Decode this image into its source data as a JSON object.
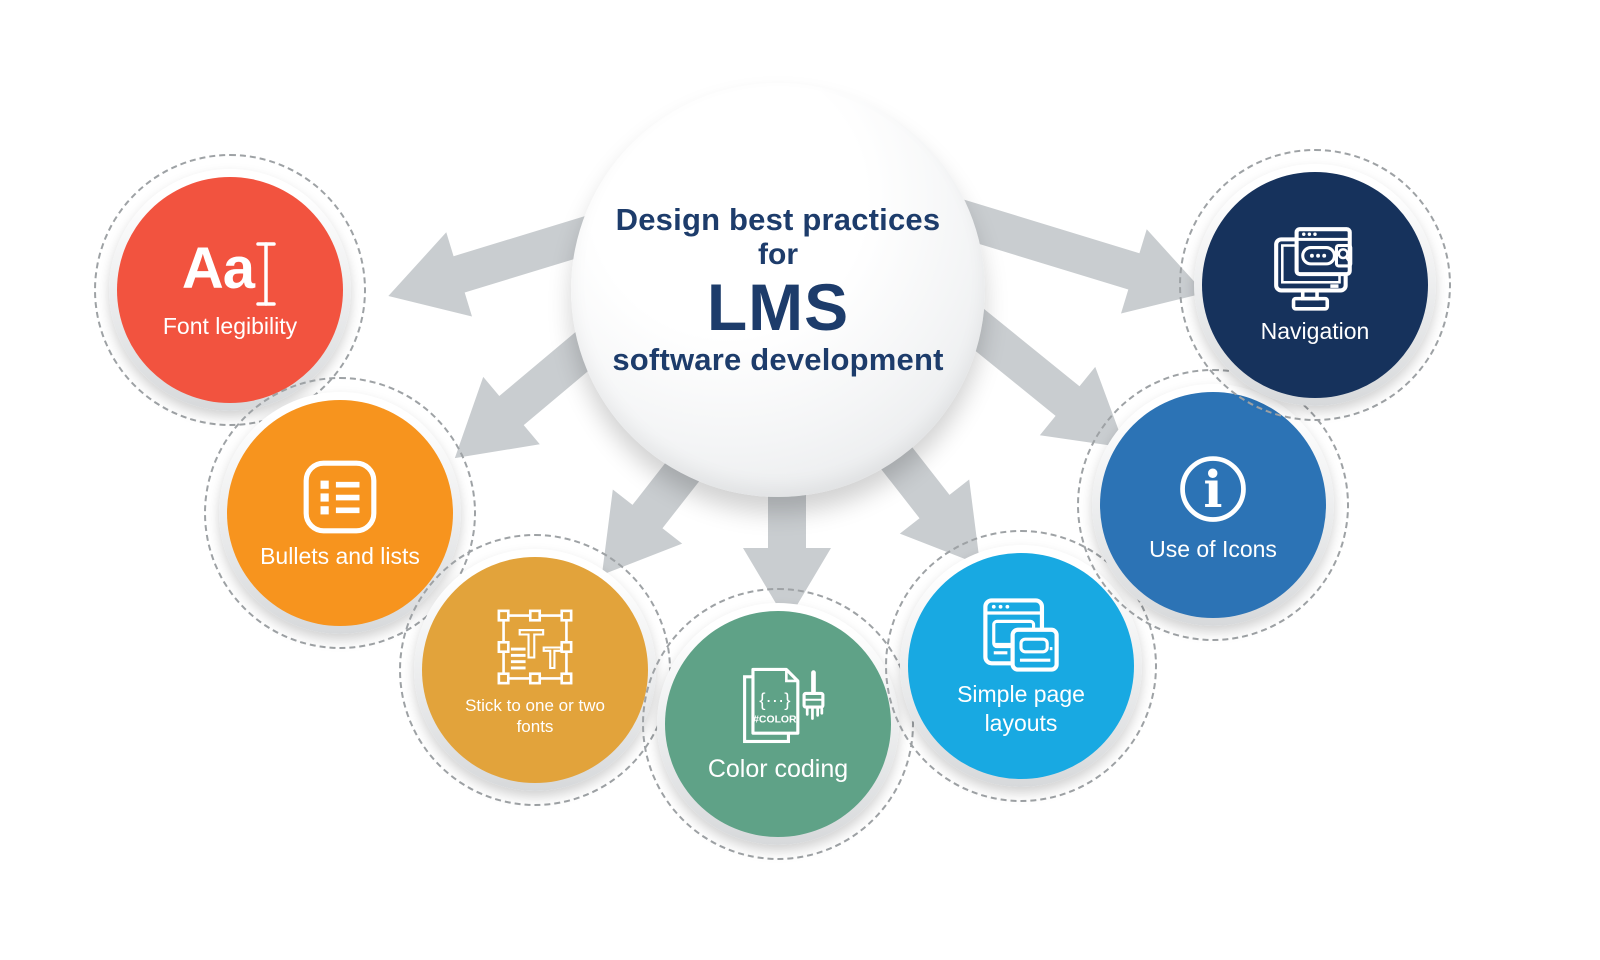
{
  "title": {
    "line1": "Design best practices",
    "line2": "for",
    "line3": "LMS",
    "line4": "software development",
    "color": "#1d3c6b"
  },
  "arrow_color": "#c9cdd0",
  "dash_color": "#9ea2a5",
  "satellites": [
    {
      "label": "Font legibility",
      "color": "#f2533f",
      "icon": "font-sample-icon",
      "sample_text": "Aa"
    },
    {
      "label": "Bullets and lists",
      "color": "#f7941e",
      "icon": "bulleted-list-icon"
    },
    {
      "label": "Stick to one or two fonts",
      "color": "#e2a33b",
      "icon": "font-frame-icon"
    },
    {
      "label": "Color coding",
      "color": "#5fa287",
      "icon": "color-file-paintbrush-icon",
      "braces_text": "{···}",
      "color_text": "#COLOR"
    },
    {
      "label": "Simple page layouts",
      "color": "#18a9e2",
      "icon": "page-layouts-icon"
    },
    {
      "label": "Use of Icons",
      "color": "#2c73b5",
      "icon": "info-icon",
      "info_glyph": "i"
    },
    {
      "label": "Navigation",
      "color": "#16325c",
      "icon": "monitor-search-icon"
    }
  ]
}
